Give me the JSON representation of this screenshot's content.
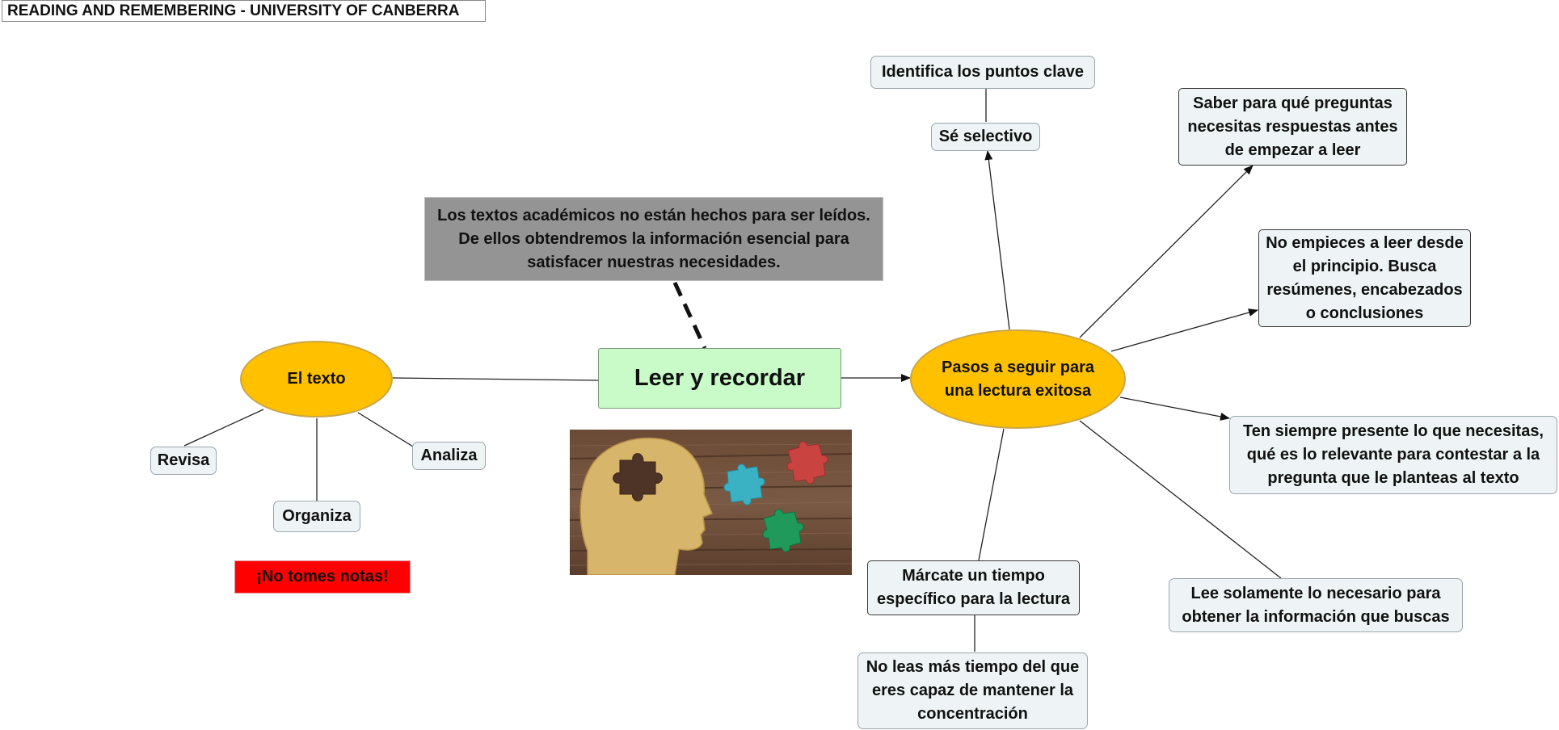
{
  "header": {
    "title": "READING AND REMEMBERING - UNIVERSITY OF CANBERRA"
  },
  "center_topic": "Leer y recordar",
  "callout": "Los textos académicos no están hechos para ser leídos. De ellos obtendremos la información esencial para satisfacer nuestras necesidades.",
  "left_branch": {
    "label": "El texto",
    "children": [
      "Revisa",
      "Organiza",
      "Analiza"
    ],
    "warning": "¡No tomes notas!"
  },
  "right_branch": {
    "label": "Pasos a seguir para una lectura exitosa",
    "children": [
      "Sé selectivo",
      "Identifica los puntos clave",
      "Saber para qué preguntas necesitas respuestas antes de empezar a leer",
      "No empieces a leer desde el principio. Busca resúmenes, encabezados o conclusiones",
      "Ten siempre presente lo que necesitas, qué es lo relevante para contestar a la pregunta que le planteas al texto",
      "Lee solamente lo necesario para obtener la información que buscas",
      "Márcate un tiempo específico para la lectura",
      "No leas más tiempo del que eres capaz de mantener la concentración"
    ]
  },
  "image": {
    "icon": "head-puzzle-image"
  },
  "colors": {
    "branch_fill": "#ffc000",
    "center_fill": "#c9fbc9",
    "callout_fill": "#949494",
    "warning_fill": "#ff0000",
    "node_fill": "#eef3f5"
  }
}
